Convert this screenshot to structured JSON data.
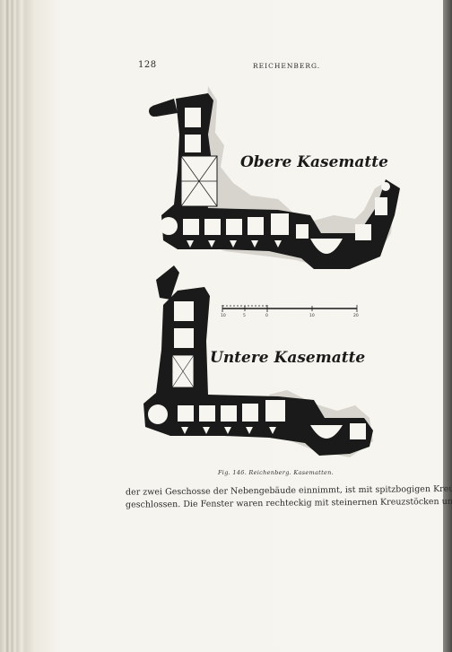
{
  "header": {
    "page_number": "128",
    "running_title": "REICHENBERG."
  },
  "figure": {
    "label_upper": "Obere Kasematte",
    "label_lower": "Untere Kasematte",
    "scale_ticks": [
      "10",
      "5",
      "0",
      "10",
      "20"
    ],
    "caption": "Fig. 146. Reichenberg. Kasematten."
  },
  "body": {
    "line1": "der zwei Geschosse der Nebengebäude einnimmt, ist mit spitzbogigen Kreuzgewölben",
    "line2": "geschlossen.  Die Fenster waren rechteckig mit steinernen Kreuzstöcken und lagen"
  }
}
